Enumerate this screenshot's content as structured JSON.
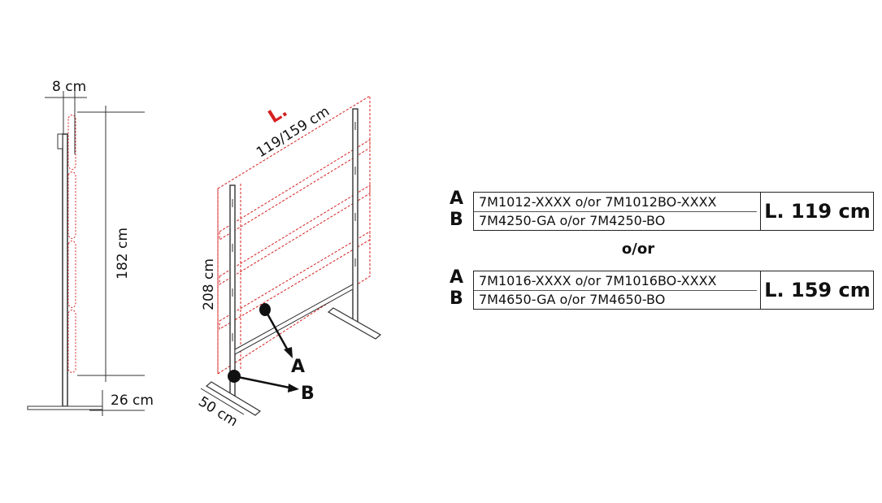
{
  "side_view": {
    "width_label": "8 cm",
    "height_label": "182 cm",
    "base_label": "26 cm"
  },
  "iso_view": {
    "length_marker": "L.",
    "length_label": "119/159 cm",
    "height_label": "208 cm",
    "depth_label": "50 cm",
    "callout_a": "A",
    "callout_b": "B"
  },
  "colors": {
    "accent_red": "#d61f1f",
    "line": "#333333"
  },
  "variants": [
    {
      "letter_a": "A",
      "letter_b": "B",
      "code_a": "7M1012-XXXX o/or 7M1012BO-XXXX",
      "code_b": "7M4250-GA o/or 7M4250-BO",
      "length": "L. 119 cm"
    },
    {
      "letter_a": "A",
      "letter_b": "B",
      "code_a": "7M1016-XXXX o/or 7M1016BO-XXXX",
      "code_b": "7M4650-GA o/or 7M4650-BO",
      "length": "L. 159 cm"
    }
  ],
  "separator": "o/or"
}
